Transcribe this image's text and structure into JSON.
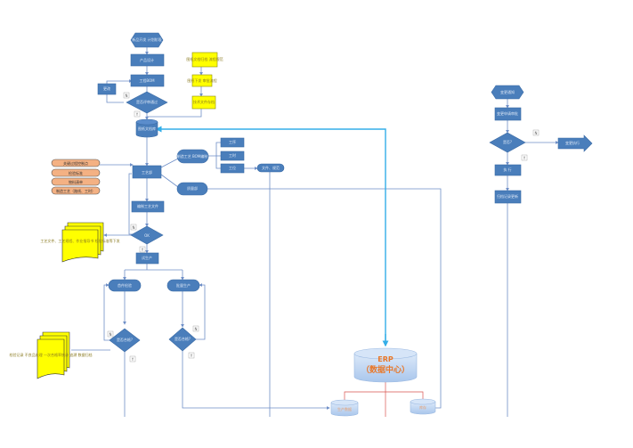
{
  "colors": {
    "box": "#4a7ebb",
    "box_stroke": "#3a6aa5",
    "yellow": "#ffff00",
    "yellow_stroke": "#8c8c00",
    "orange": "#f4b183",
    "orange_stroke": "#555555",
    "line": "#6f8fc7",
    "highlight": "#33aee8",
    "red_line": "#d9534f",
    "erp_fill": "#b9d3f2",
    "erp_text": "#e8782a"
  },
  "nodes": {
    "start": "新品开发 计划阶段",
    "design": "产品设计",
    "ebom": "工程BOM",
    "modify": "更改",
    "review": "是否评审通过",
    "drawing_db": "图纸文档库",
    "note1": "图纸文档归档 流程规范",
    "note2": "图纸下发 审批流程",
    "note3": "技术文件存档",
    "process": "工艺部",
    "inputs": [
      "关键过程控制点",
      "检验标准",
      "物料清单",
      "制造工艺（路线、工时）"
    ],
    "pbom": "制造工艺 BOM编制",
    "sub1": "工序",
    "sub2": "工时",
    "sub3": "工位",
    "file_release": "文件、规范",
    "quality": "质量部",
    "process_doc": "编制工艺文件",
    "ok": "OK",
    "docs_note": "工艺文件、工艺规程、作业指导书 检验标准等下发",
    "trial": "试生产",
    "first_check": "首件检验",
    "batch": "批量生产",
    "pass1": "是否合格?",
    "pass2": "是否合格?",
    "bottom_note": "检验记录 不良品处理 一次合格率统计 追溯 数据归档",
    "erp_title": "ERP",
    "erp_sub": "（数据中心）",
    "db_left": "生产数据",
    "db_right": "库存",
    "r_start": "变更通知",
    "r_step1": "变更申请审批",
    "r_decision": "是否?",
    "r_arrow": "变更执行",
    "r_step2": "执 行",
    "r_step3": "归档记录更新"
  },
  "yn": {
    "yes": "Y",
    "no": "N"
  }
}
